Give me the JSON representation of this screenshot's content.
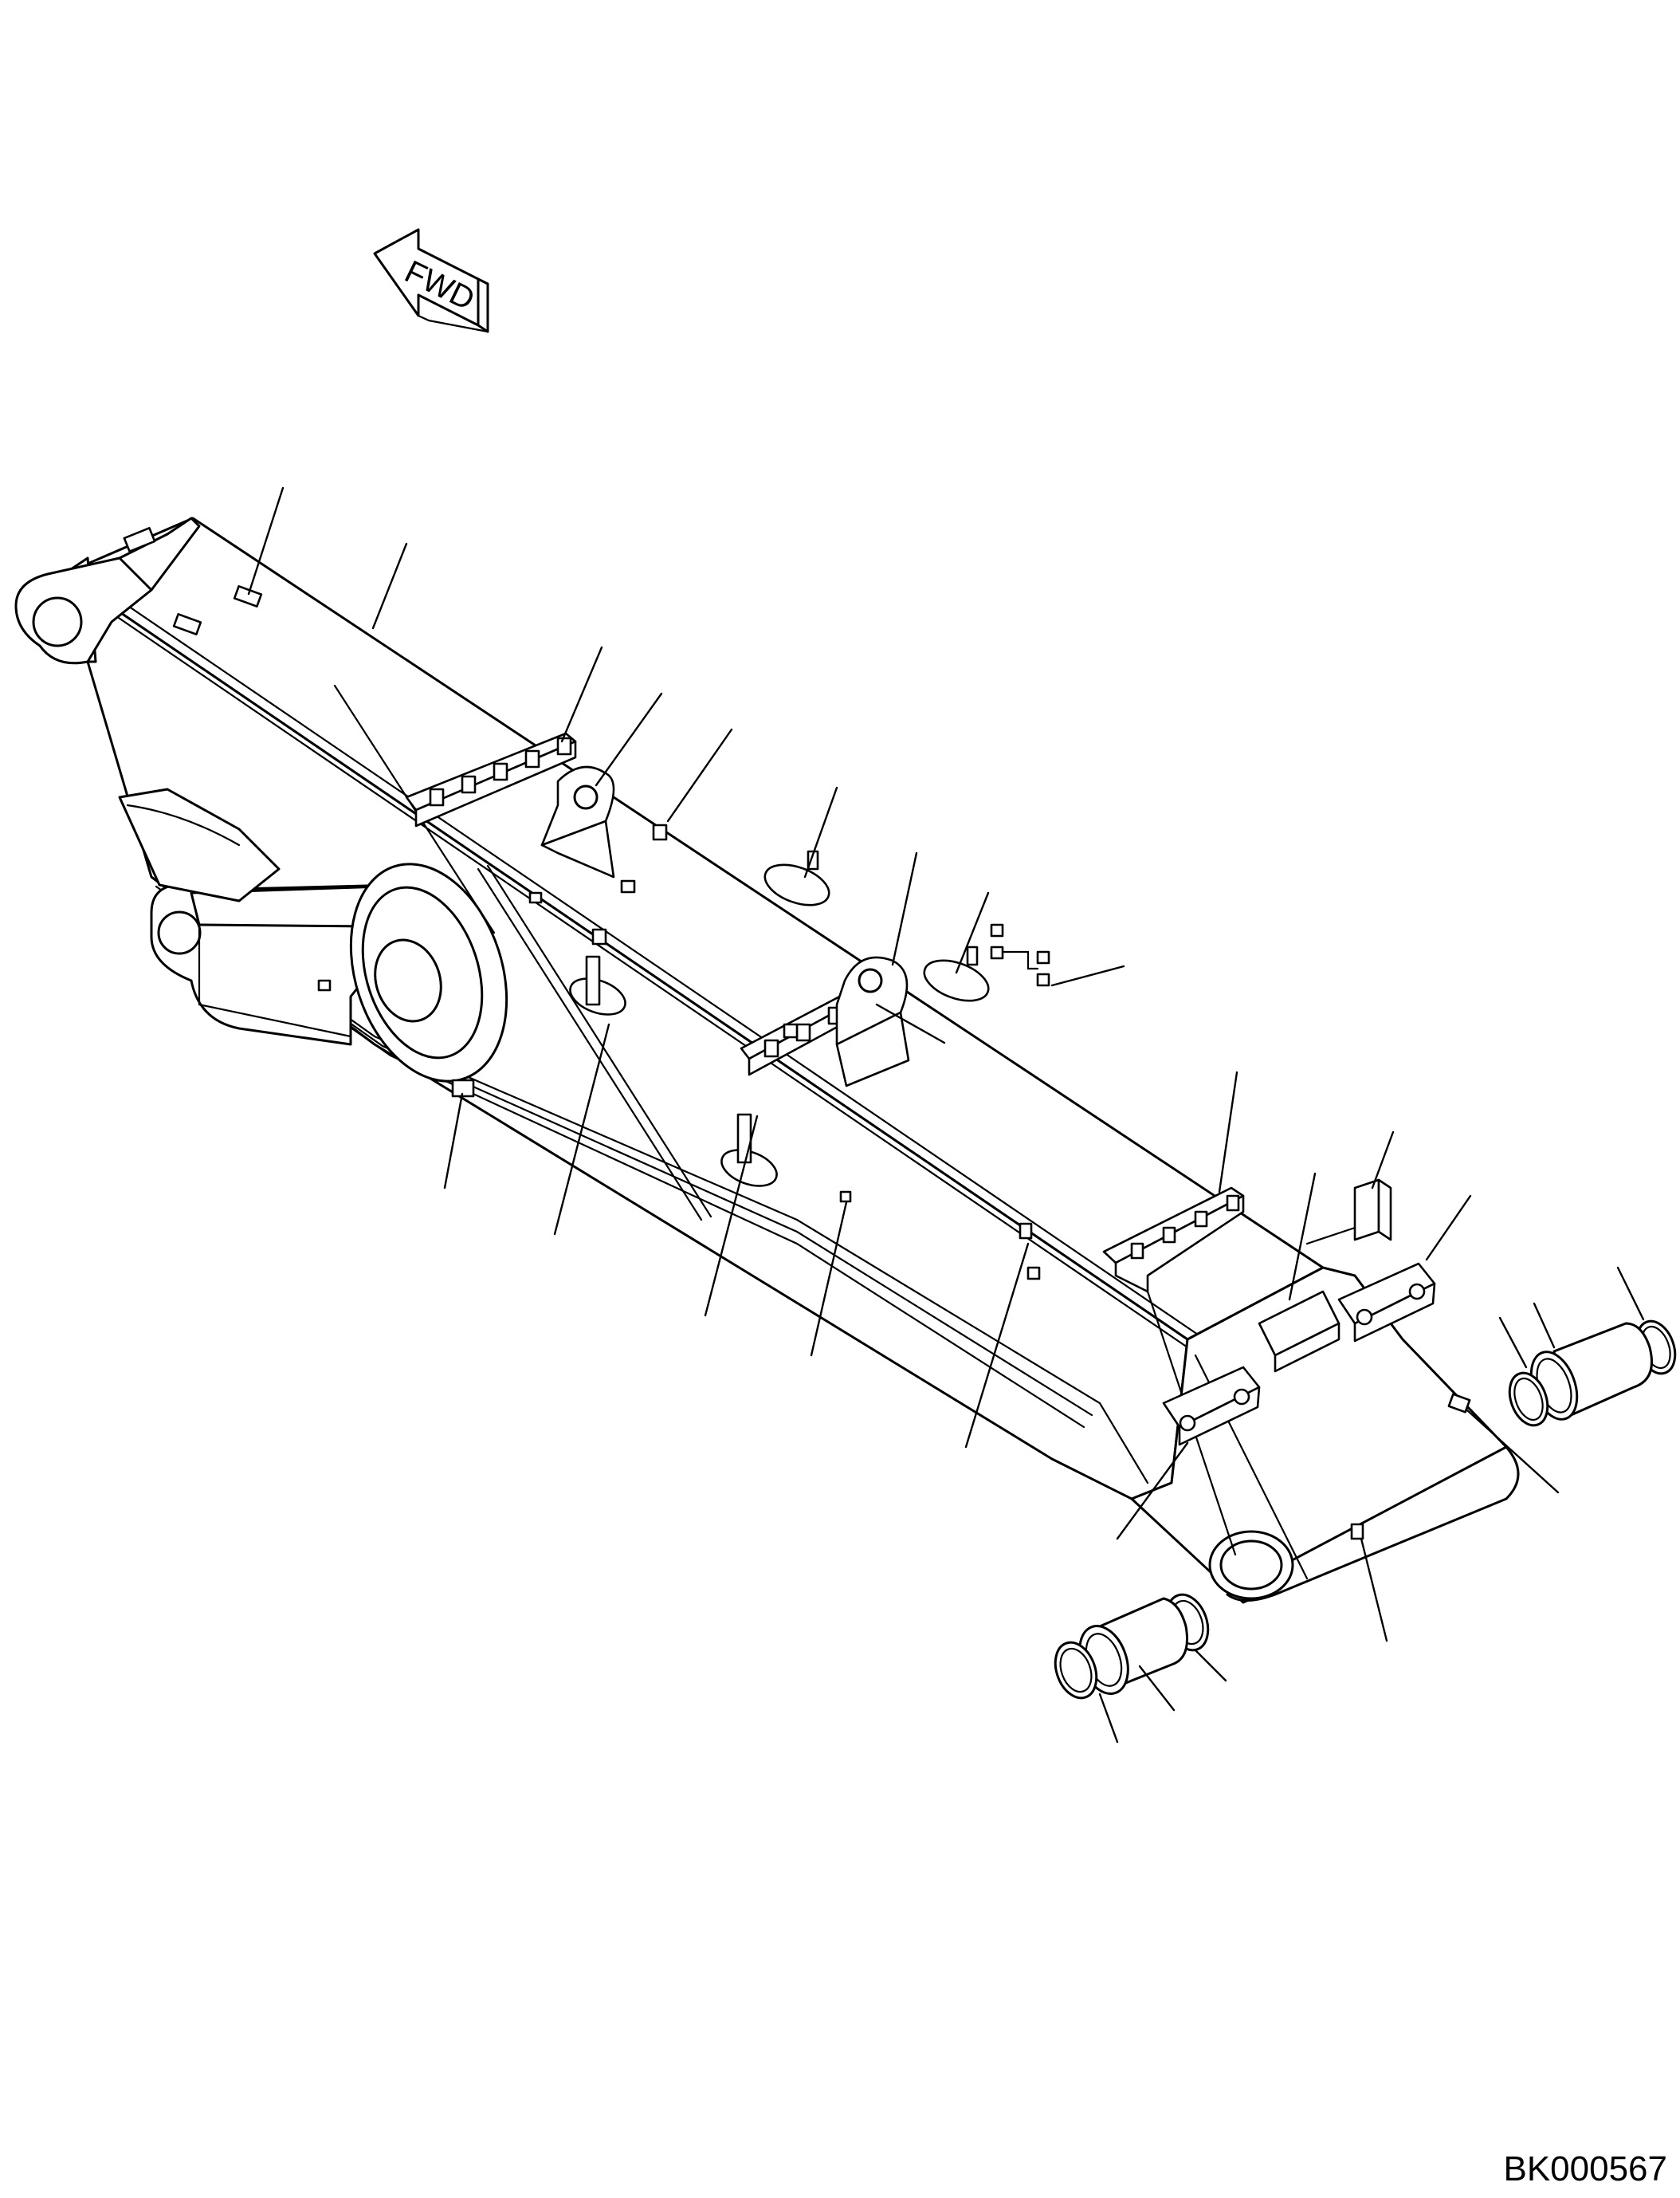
{
  "direction_arrow": {
    "text": "FWD"
  },
  "drawing_code": "BK000567",
  "callouts": [
    {
      "name": "callout-01"
    },
    {
      "name": "callout-02"
    },
    {
      "name": "callout-03"
    },
    {
      "name": "callout-04"
    },
    {
      "name": "callout-05"
    },
    {
      "name": "callout-06"
    },
    {
      "name": "callout-07"
    },
    {
      "name": "callout-08"
    },
    {
      "name": "callout-09"
    },
    {
      "name": "callout-10"
    },
    {
      "name": "callout-11"
    },
    {
      "name": "callout-12"
    },
    {
      "name": "callout-13"
    },
    {
      "name": "callout-14"
    },
    {
      "name": "callout-15"
    },
    {
      "name": "callout-16"
    },
    {
      "name": "callout-17"
    },
    {
      "name": "callout-18"
    },
    {
      "name": "callout-19"
    },
    {
      "name": "callout-20"
    },
    {
      "name": "callout-21"
    },
    {
      "name": "callout-22"
    },
    {
      "name": "callout-23"
    },
    {
      "name": "callout-24"
    },
    {
      "name": "callout-25"
    },
    {
      "name": "callout-26"
    },
    {
      "name": "callout-27"
    },
    {
      "name": "callout-28"
    }
  ]
}
